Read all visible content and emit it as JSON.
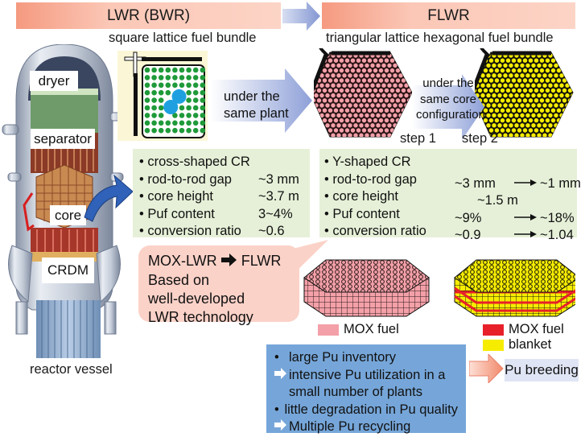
{
  "headers": {
    "lwr": "LWR (BWR)",
    "flwr": "FLWR"
  },
  "subtitles": {
    "lwr_bundle": "square lattice fuel bundle",
    "flwr_bundle": "triangular lattice hexagonal fuel bundle"
  },
  "vessel": {
    "labels": {
      "dryer": "dryer",
      "separator": "separator",
      "core": "core",
      "crdm": "CRDM"
    },
    "caption": "reactor vessel"
  },
  "arrows": {
    "same_plant": [
      "under the",
      "same plant"
    ],
    "same_core": [
      "under the",
      "same core",
      "configuration"
    ]
  },
  "steps": {
    "step1": "step 1",
    "step2": "step 2"
  },
  "lwr_specs": [
    {
      "label": "• cross-shaped CR",
      "value": ""
    },
    {
      "label": "• rod-to-rod gap",
      "value": "~3 mm"
    },
    {
      "label": "• core height",
      "value": "~3.7 m"
    },
    {
      "label": "• Puf content",
      "value": "3~4%"
    },
    {
      "label": "• conversion ratio",
      "value": "~0.6"
    }
  ],
  "flwr_specs": [
    {
      "label": "• Y-shaped CR",
      "from": "",
      "to": ""
    },
    {
      "label": "• rod-to-rod gap",
      "from": "~3 mm",
      "to": "~1 mm"
    },
    {
      "label": "• core height",
      "from": "~1.5 m",
      "to": ""
    },
    {
      "label": "• Puf content",
      "from": "~9%",
      "to": "~18%"
    },
    {
      "label": "• conversion ratio",
      "from": "~0.9",
      "to": "~1.04"
    }
  ],
  "callout": {
    "line1_a": "MOX-LWR",
    "line1_b": "FLWR",
    "line2": "Based on",
    "line3": "well-developed",
    "line4": "LWR technology"
  },
  "legends": {
    "step1": [
      {
        "label": "MOX fuel",
        "color": "#f4a0a8"
      }
    ],
    "step2": [
      {
        "label": "MOX fuel",
        "color": "#e8202a"
      },
      {
        "label": "blanket",
        "color": "#f6ec00"
      }
    ]
  },
  "benefits": {
    "items": [
      {
        "marker": "bullet",
        "text": "large Pu inventory"
      },
      {
        "marker": "arrow",
        "text": "intensive Pu utilization in a"
      },
      {
        "marker": "none",
        "text": "small number of plants"
      },
      {
        "marker": "bullet",
        "text": "little degradation in Pu quality"
      },
      {
        "marker": "arrow",
        "text": "Multiple Pu recycling"
      }
    ]
  },
  "pu_breeding": "Pu breeding",
  "colors": {
    "header_salmon": "#f59a80",
    "green_panel": "#e6f0d8",
    "blue_panel": "#76a6d9",
    "arrow_blue": "#8c9fd6",
    "pink_callout": "#fbd2c8",
    "mox_pink": "#f4a0a8",
    "mox_red": "#e8202a",
    "blanket_yellow": "#f6ec00",
    "lwr_rod_green": "#1f9a3a",
    "water_rod_blue": "#1ea0e0"
  }
}
